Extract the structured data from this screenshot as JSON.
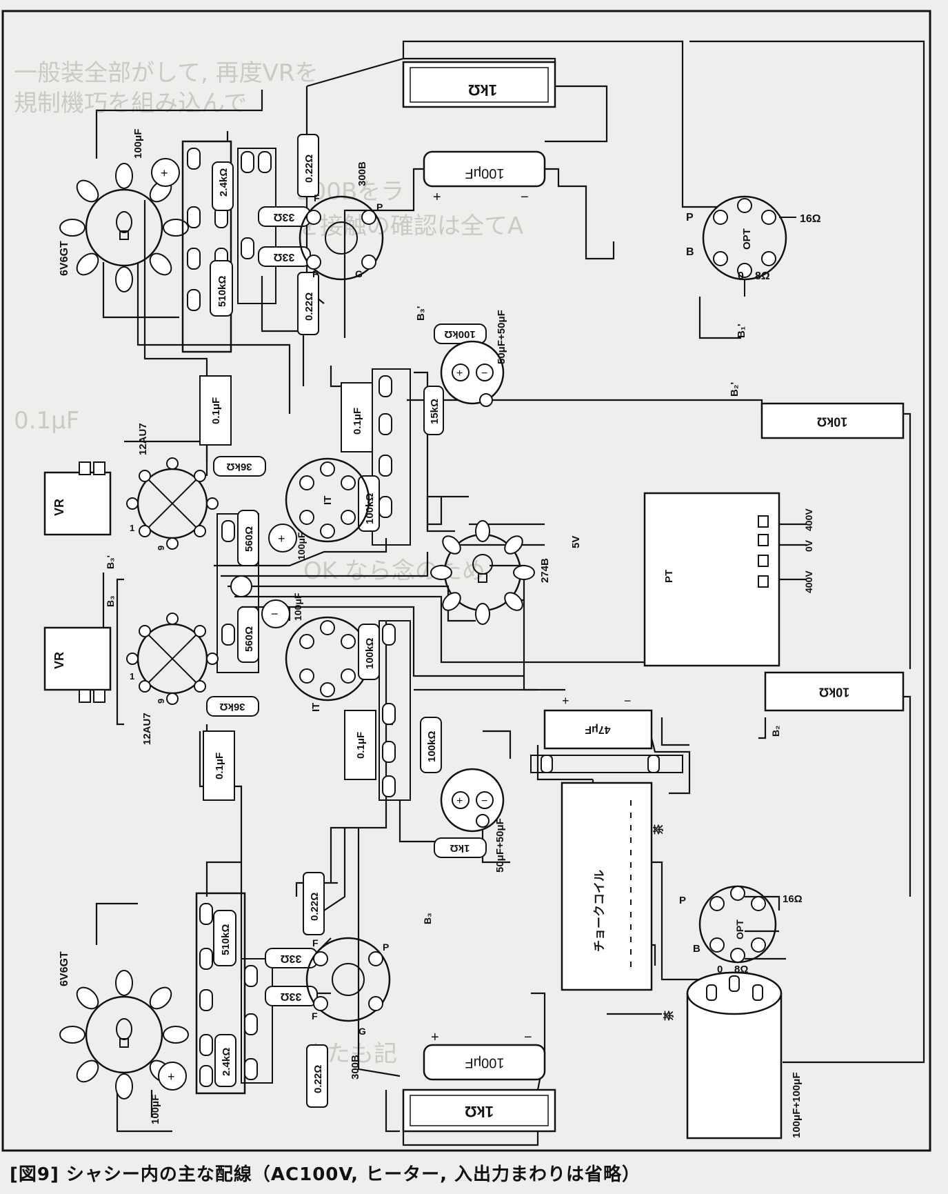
{
  "figure": {
    "caption": "[図9] シャシー内の主な配線（AC100V, ヒーター, 入出力まわりは省略）"
  },
  "background_text": [
    "一般装全部がして, 再度VRを",
    "規制機巧を組み込んで",
    "300Bをラ",
    "を接触の確認は全てA",
    "0.1μF",
    "OK なら念のため",
    "またも記"
  ],
  "components": {
    "tubes": {
      "v6v6_top": "6V6GT",
      "v6v6_bottom": "6V6GT",
      "v12au7_top": "12AU7",
      "v12au7_bottom": "12AU7",
      "v300b_top": "300B",
      "v300b_bottom": "300B",
      "rect_274b": "274B",
      "it_top": "IT",
      "it_bottom": "IT"
    },
    "resistors": {
      "r_1k_top": "1kΩ",
      "r_1k_bottom": "1kΩ",
      "r_1k_small": "1kΩ",
      "r_10k_top": "10kΩ",
      "r_10k_bottom": "10kΩ",
      "r_2k4_top": "2.4kΩ",
      "r_2k4_bottom": "2.4kΩ",
      "r_510k_top": "510kΩ",
      "r_510k_bottom": "510kΩ",
      "r_022_1": "0.22Ω",
      "r_022_2": "0.22Ω",
      "r_022_3": "0.22Ω",
      "r_022_4": "0.22Ω",
      "r_33_1": "33Ω",
      "r_33_2": "33Ω",
      "r_33_3": "33Ω",
      "r_33_4": "33Ω",
      "r_36k_top": "36kΩ",
      "r_36k_bottom": "36kΩ",
      "r_560_top": "560Ω",
      "r_560_bottom": "560Ω",
      "r_100k_1": "100kΩ",
      "r_100k_2": "100kΩ",
      "r_100k_3": "100kΩ",
      "r_100k_4": "100kΩ",
      "r_15k": "15kΩ"
    },
    "capacitors": {
      "c_100u_top": "100μF",
      "c_100u_bottom": "100μF",
      "c_100u_e1": "100μF",
      "c_100u_e2": "100μF",
      "c_100u_e3": "100μF",
      "c_100u_e4": "100μF",
      "c_01_1": "0.1μF",
      "c_01_2": "0.1μF",
      "c_01_3": "0.1μF",
      "c_01_4": "0.1μF",
      "c_50_50_top": "50μF+50μF",
      "c_50_50_bottom": "50μF+50μF",
      "c_47u": "47μF",
      "c_100_100": "100μF+100μF"
    },
    "transformers": {
      "pt": "PT",
      "opt_top": "OPT",
      "opt_bottom": "OPT",
      "choke": "チョークコイル"
    },
    "vr": {
      "top": "VR",
      "bottom": "VR"
    },
    "labels": {
      "pt_400v_a": "400V",
      "pt_0v": "0V",
      "pt_400v_b": "400V",
      "v5": "5V",
      "opt_16": "16Ω",
      "opt_8": "8Ω",
      "opt_0": "0",
      "opt_p": "P",
      "opt_b": "B",
      "b1": "B₁",
      "b2": "B₂",
      "b2p": "B₂'",
      "b1p": "B₁'",
      "b3": "B₃",
      "b3p": "B₃'",
      "tube_p": "P",
      "tube_f": "F",
      "tube_g": "G",
      "pin1": "1",
      "pin9": "9",
      "cha": "茶",
      "plus": "+",
      "minus": "−"
    }
  }
}
